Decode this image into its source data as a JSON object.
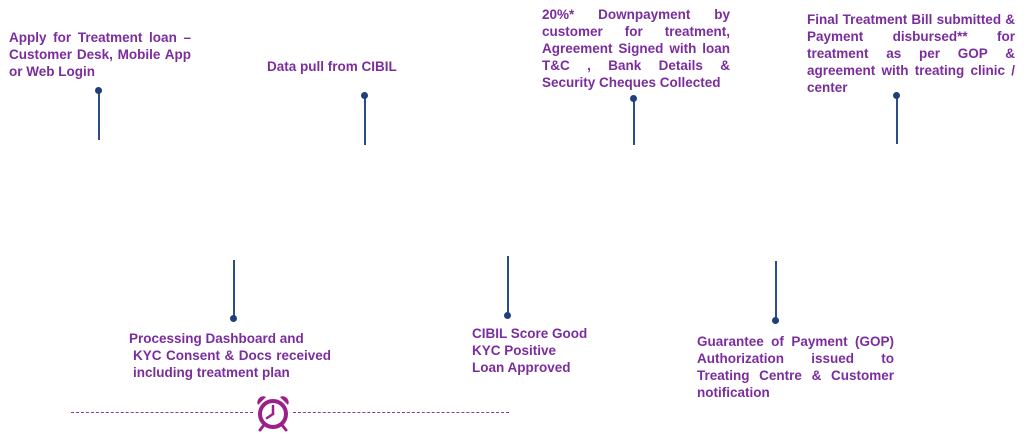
{
  "steps_top": [
    {
      "text": "Apply for Treatment loan – Customer Desk, Mobile App or Web Login"
    },
    {
      "text": "Data pull from CIBIL"
    },
    {
      "text": "20%* Downpayment by customer for treatment, Agreement Signed with loan T&C , Bank Details & Security Cheques Collected"
    },
    {
      "text": "Final Treatment Bill submitted & Payment disbursed** for treatment as per GOP & agreement with treating clinic / center"
    }
  ],
  "steps_bottom": [
    {
      "lines": [
        "Processing Dashboard and",
        "KYC Consent & Docs received including treatment plan"
      ]
    },
    {
      "lines": [
        "CIBIL Score Good",
        "KYC Positive",
        "Loan Approved"
      ]
    },
    {
      "text": "Guarantee of Payment (GOP) Authorization issued to Treating Centre & Customer notification"
    }
  ],
  "colors": {
    "text": "#7B2D9E",
    "connector": "#2D4D8A",
    "dot": "#1F3F7A",
    "timeline": "#7B3FA0",
    "clock": "#9C1F8A"
  },
  "icons": {
    "timeline_marker": "alarm-clock-icon"
  }
}
